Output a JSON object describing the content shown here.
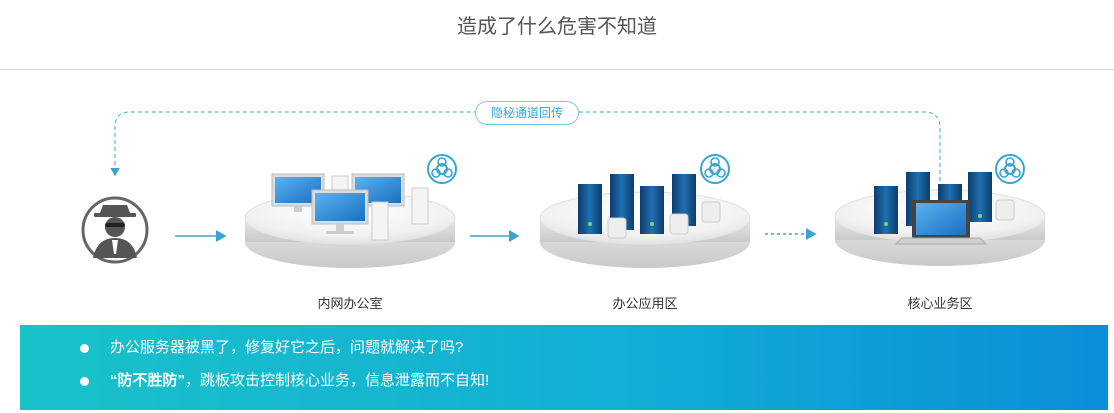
{
  "header": {
    "title": "造成了什么危害不知道"
  },
  "diagram": {
    "tunnel_label": "隐秘通道回传",
    "zones": [
      {
        "label": "内网办公室"
      },
      {
        "label": "办公应用区"
      },
      {
        "label": "核心业务区"
      }
    ],
    "colors": {
      "accent": "#3aa4cf",
      "server": "#1d6fb0",
      "banner_start": "#19c2c9",
      "banner_end": "#0a8fd8"
    }
  },
  "banner": {
    "line1": "办公服务器被黑了，修复好它之后，问题就解决了吗?",
    "line2_quote_open": "“",
    "line2_emphasis": "防不胜防",
    "line2_quote_close": "”",
    "line2_rest": "，跳板攻击控制核心业务，信息泄露而不自知!"
  }
}
